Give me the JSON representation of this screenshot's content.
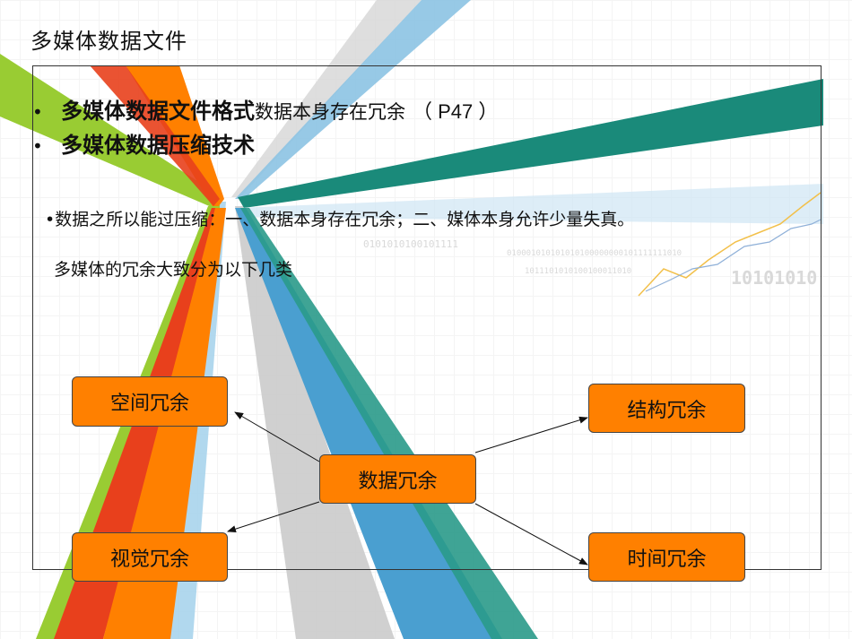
{
  "slide": {
    "title": "多媒体数据文件"
  },
  "bullets": [
    {
      "strong": "多媒体数据文件格式",
      "normal": "数据本身存在冗余",
      "ref": "（ P47 ）"
    },
    {
      "strong": "多媒体数据压缩技术",
      "normal": "",
      "ref": ""
    }
  ],
  "body": {
    "line1": "•数据之所以能过压缩：一、数据本身存在冗余；二、媒体本身允许少量失真。",
    "line2": "多媒体的冗余大致分为以下几类"
  },
  "diagram": {
    "center": "数据冗余",
    "spatial": "空间冗余",
    "visual": "视觉冗余",
    "structural": "结构冗余",
    "temporal": "时间冗余"
  },
  "decor": {
    "binary1": "0101010100101111",
    "binary2": "010001010101010100000000101111111010",
    "binary3": "1011101010100100011010",
    "binary4": "10101010",
    "colors": {
      "orange": "#ff8000",
      "lime": "#99cc33",
      "red": "#e8401c",
      "blue": "#4a9fd0",
      "teal": "#1a8a7a",
      "gray": "#c8c8c8",
      "lightblue": "#a8d4ec"
    }
  }
}
